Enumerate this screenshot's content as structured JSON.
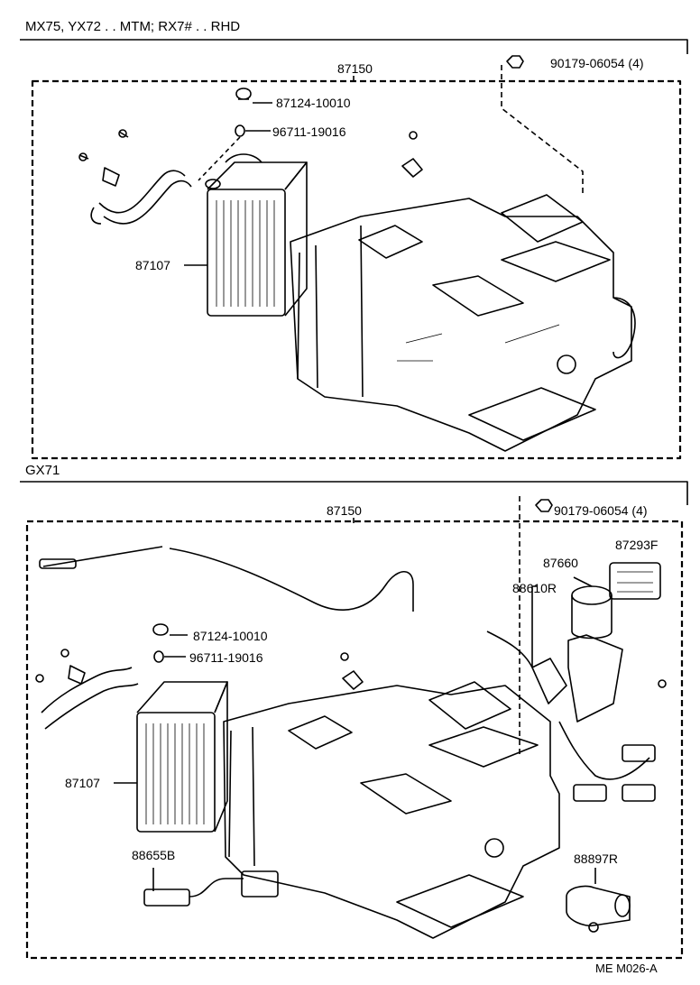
{
  "top": {
    "header": "MX75, YX72 . . MTM; RX7# . . RHD",
    "assembly": "87150",
    "nut": "90179-06054 (4)",
    "grommet": "87124-10010",
    "oring": "96711-19016",
    "core": "87107"
  },
  "bottom": {
    "header": "GX71",
    "assembly": "87150",
    "nut": "90179-06054 (4)",
    "servo_connector": "87293F",
    "servo": "87660",
    "servo_sub": "88610R",
    "grommet": "87124-10010",
    "oring": "96711-19016",
    "core": "87107",
    "sensor": "88655B",
    "switch": "88897R"
  },
  "footer": {
    "code": "ME M026-A"
  }
}
